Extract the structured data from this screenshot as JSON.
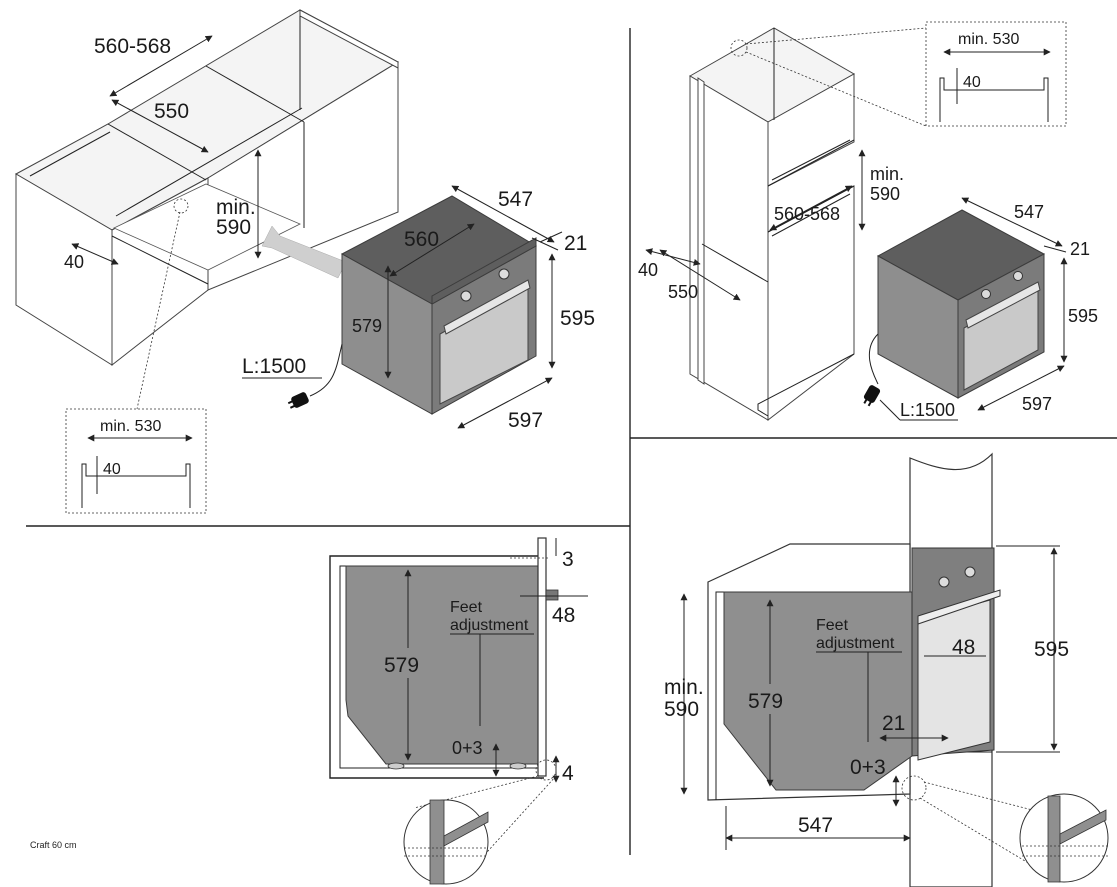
{
  "caption": "Craft 60 cm",
  "panel_top_left": {
    "cabinet_width": "560-568",
    "cabinet_inner": "550",
    "niche_height_min": "min.\n590",
    "niche_height_min_line1": "min.",
    "niche_height_min_line2": "590",
    "gap": "40",
    "oven_width_top": "560",
    "oven_depth": "547",
    "front_thickness": "21",
    "oven_body_height": "579",
    "oven_height": "595",
    "oven_front_width": "597",
    "cable_length": "L:1500",
    "detail_width": "min. 530",
    "detail_gap": "40"
  },
  "panel_top_right": {
    "detail_width": "min. 530",
    "detail_gap": "40",
    "niche_height_min_line1": "min.",
    "niche_height_min_line2": "590",
    "niche_width": "560-568",
    "oven_depth": "547",
    "front_thickness": "21",
    "gap": "40",
    "cabinet_depth": "550",
    "oven_height": "595",
    "oven_front_width": "597",
    "cable_length": "L:1500"
  },
  "panel_bottom_left": {
    "top_gap": "3",
    "front_offset": "48",
    "feet_label_line1": "Feet",
    "feet_label_line2": "adjustment",
    "body_height": "579",
    "feet_value": "0+3",
    "bottom_gap": "4"
  },
  "panel_bottom_right": {
    "feet_label_line1": "Feet",
    "feet_label_line2": "adjustment",
    "front_offset": "48",
    "niche_height_min_line1": "min.",
    "niche_height_min_line2": "590",
    "body_height": "579",
    "front_thickness": "21",
    "feet_value": "0+3",
    "oven_height": "595",
    "depth": "547"
  }
}
